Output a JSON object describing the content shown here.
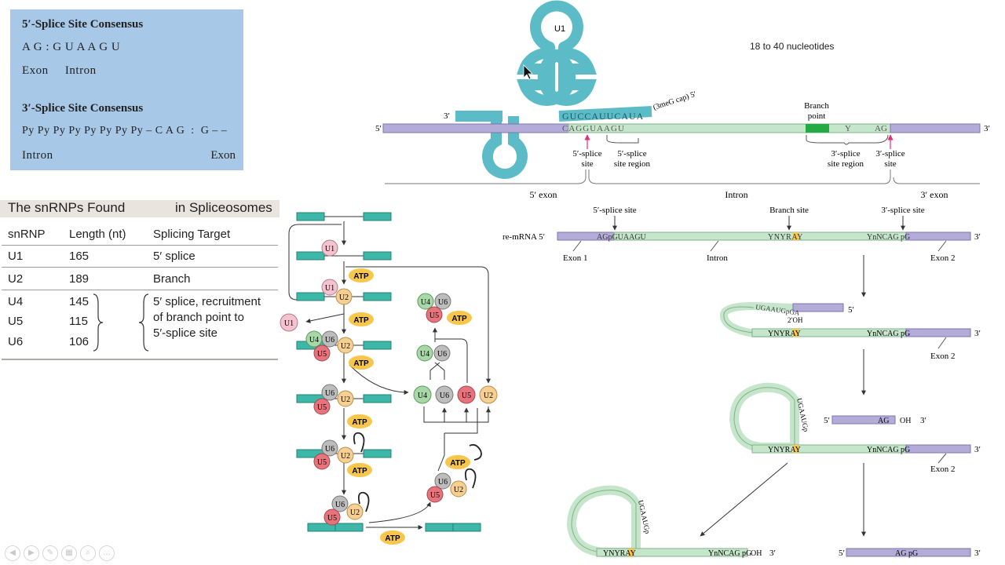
{
  "consensus": {
    "five_title": "5′-Splice Site Consensus",
    "five_seq": "A G  :  G U A A G U",
    "five_labels": "Exon     Intron",
    "three_title": "3′-Splice Site Consensus",
    "three_seq": "Py Py Py Py Py Py Py Py – C A G  :  G – –",
    "three_left": "Intron",
    "three_right": "Exon"
  },
  "snrnp_table": {
    "title_left": "The snRNPs Found",
    "title_right": "in Spliceosomes",
    "headers": [
      "snRNP",
      "Length (nt)",
      "Splicing Target"
    ],
    "rows": [
      {
        "snrnp": "U1",
        "length": "165",
        "target": "5′ splice"
      },
      {
        "snrnp": "U2",
        "length": "189",
        "target": "Branch"
      },
      {
        "snrnp": "U4",
        "length": "145",
        "target": ""
      },
      {
        "snrnp": "U5",
        "length": "115",
        "target": ""
      },
      {
        "snrnp": "U6",
        "length": "106",
        "target": ""
      }
    ],
    "group_target": [
      "5′ splice, recruitment",
      "of branch point to",
      "5′-splice site"
    ]
  },
  "note": "18 to 40 nucleotides",
  "top_diagram": {
    "u1_label": "U1",
    "u1_seq": "GUCCAUUCAUA",
    "cap": "(3meG cap) 5′",
    "three_prime": "3′",
    "five_prime": "5′",
    "mrna_seq": "CAGGUAAGU",
    "branch_point": [
      "Branch",
      "point"
    ],
    "y_label": "Y",
    "ag_label": "AG",
    "five_splice_site": [
      "5′-splice",
      "site"
    ],
    "five_splice_region": [
      "5′-splice",
      "site region"
    ],
    "three_splice_region": [
      "3′-splice",
      "site region"
    ],
    "three_splice_site": [
      "3′-splice",
      "site"
    ],
    "five_exon": "5′ exon",
    "intron": "Intron",
    "three_exon": "3′ exon"
  },
  "right_diagram": {
    "five_splice_site": "5′-splice site",
    "branch_site": "Branch site",
    "three_splice_site": "3′-splice site",
    "pre_mrna": "re-mRNA 5′",
    "seq_5": "AGpGUAAGU",
    "seq_branch": "YNYRAY",
    "seq_3": "YnNCAG pG",
    "three_prime": "3′",
    "exon1": "Exon 1",
    "intron": "Intron",
    "exon2": "Exon 2",
    "loop_seq1": "UGAAUGpGA",
    "oh2": "2′OH",
    "five_prime": "5′",
    "loop_seq2": "UGAAUGp",
    "ag_oh": "AG",
    "oh": "OH",
    "ligated": "AG pG"
  },
  "cycle": {
    "atp": "ATP",
    "u1": "U1",
    "u2": "U2",
    "u4": "U4",
    "u5": "U5",
    "u6": "U6"
  },
  "colors": {
    "consensus_bg": "#a8c8e8",
    "u1_teal": "#5bbcc8",
    "exon_purple": "#b4acd8",
    "intron_green": "#c6e6cc",
    "branch_green": "#22aa44",
    "atp_yellow": "#f7c64a",
    "u1_pink": "#f3c3cf",
    "u2_orange": "#f6cf92",
    "u4_green": "#a9d8a8",
    "u5_red": "#e8737c",
    "u6_gray": "#bdbdbd"
  }
}
